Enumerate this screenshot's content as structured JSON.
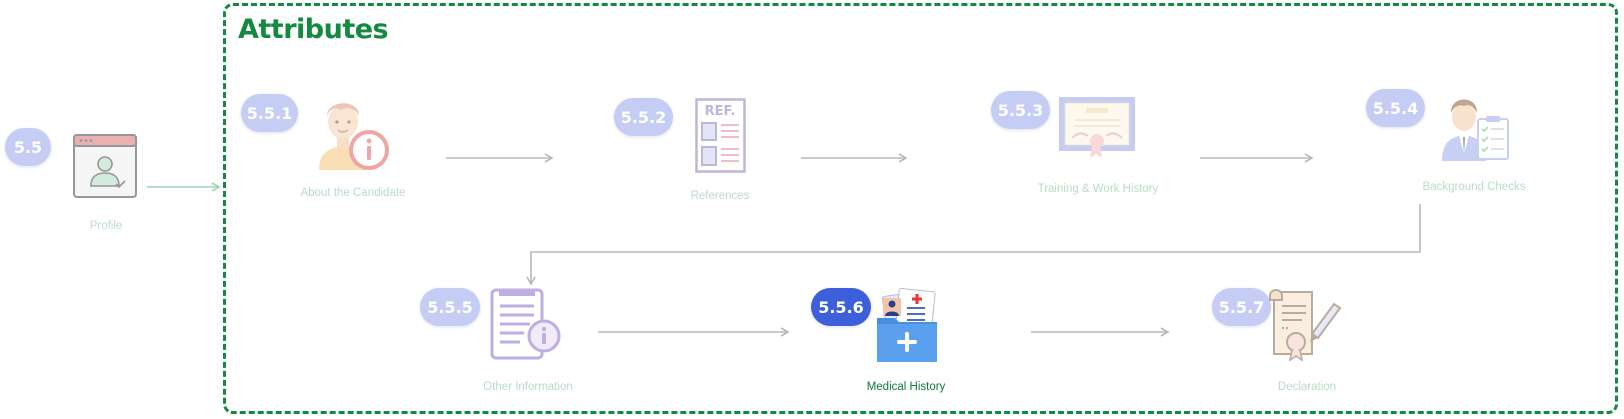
{
  "group": {
    "title": "Attributes"
  },
  "colors": {
    "frame": "#138a3f",
    "badge": "#c5cdf5",
    "badge_active": "#3d5fd9",
    "label": "#b7dcc4",
    "label_active": "#0f7a3a",
    "arrow": "#b8b8b8"
  },
  "root": {
    "badge": "5.5",
    "label": "Profile",
    "icon": "profile-window-icon"
  },
  "steps": [
    {
      "badge": "5.5.1",
      "label": "About the Candidate",
      "icon": "candidate-info-icon",
      "active": false
    },
    {
      "badge": "5.5.2",
      "label": "References",
      "icon": "reference-document-icon",
      "active": false
    },
    {
      "badge": "5.5.3",
      "label": "Training & Work History",
      "icon": "certificate-icon",
      "active": false
    },
    {
      "badge": "5.5.4",
      "label": "Background Checks",
      "icon": "background-check-icon",
      "active": false
    },
    {
      "badge": "5.5.5",
      "label": "Other Information",
      "icon": "document-info-icon",
      "active": false
    },
    {
      "badge": "5.5.6",
      "label": "Medical History",
      "icon": "medical-folder-icon",
      "active": true
    },
    {
      "badge": "5.5.7",
      "label": "Declaration",
      "icon": "declaration-scroll-icon",
      "active": false
    }
  ]
}
